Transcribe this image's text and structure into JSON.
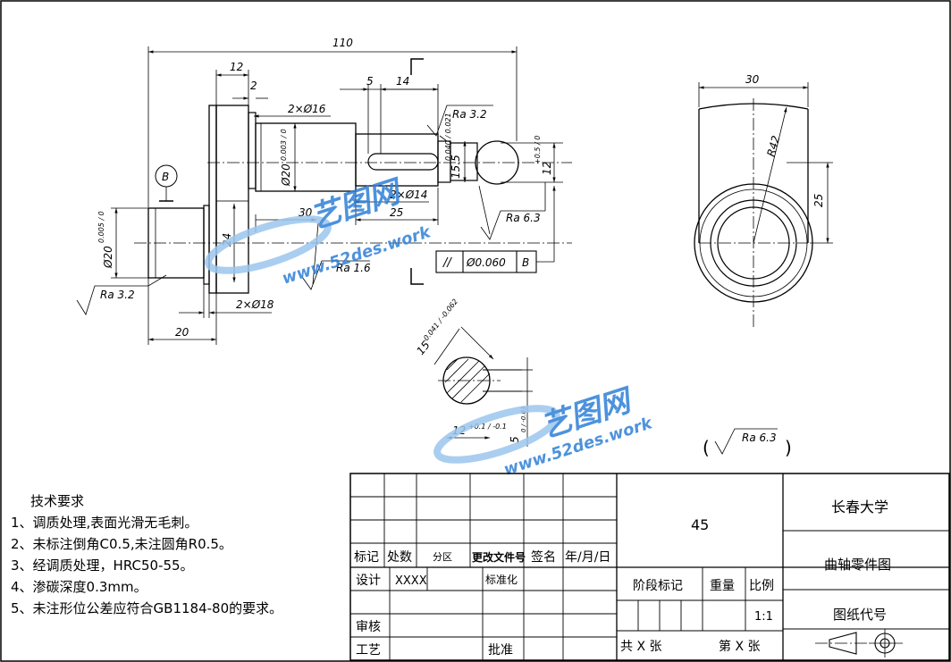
{
  "dimensions": {
    "overall_length": "110",
    "flange_width": "12",
    "chamfer_small": "2",
    "key_offset": "5",
    "key_length": "14",
    "dia_16": "2×Ø16",
    "dia_20_mid": "Ø20",
    "dia_20_mid_tol": "0.003 / 0",
    "dia_14": "2×Ø14",
    "dim_30": "30",
    "dim_25": "25",
    "dim_24": "24",
    "dia_20_left": "Ø20",
    "dia_20_left_tol": "0.005 / 0",
    "dim_20": "20",
    "dia_18": "2×Ø18",
    "key_depth": "15.5",
    "key_depth_tol": "0.040 / 0.021",
    "keyway_12": "12",
    "keyway_12_tol": "+0.5 / 0",
    "end_width_30": "30",
    "radius": "R42",
    "end_height_25": "25",
    "section_15": "15",
    "section_15_tol": "-0.041 / -0.062",
    "section_12": "12",
    "section_12_tol": "+0.1 / -0.1",
    "section_5": "5",
    "section_5_tol": "0 / -0.03"
  },
  "datum": {
    "label": "B"
  },
  "roughness": {
    "top": "Ra 3.2",
    "left": "Ra 3.2",
    "mid": "Ra 6.3",
    "bottom": "Ra 1.6",
    "general": "Ra 6.3"
  },
  "tolerance_frame": {
    "symbol": "//",
    "value": "Ø0.060",
    "datum": "B"
  },
  "watermark": {
    "cn": "艺图网",
    "url": "www.52des.work"
  },
  "notes": {
    "title": "技术要求",
    "items": [
      "1、调质处理,表面光滑无毛刺。",
      "2、未标注倒角C0.5,未注圆角R0.5。",
      "3、经调质处理，HRC50-55。",
      "4、渗碳深度0.3mm。",
      "5、未注形位公差应符合GB1184-80的要求。"
    ]
  },
  "title_block": {
    "material": "45",
    "school": "长春大学",
    "drawing_name": "曲轴零件图",
    "drawing_code": "图纸代号",
    "headers": [
      "标记",
      "处数",
      "分区",
      "更改文件号",
      "签名",
      "年/月/日"
    ],
    "design": "设计",
    "designer": "XXXX",
    "standard": "标准化",
    "review": "审核",
    "process": "工艺",
    "approve": "批准",
    "stage_mark": "阶段标记",
    "weight": "重量",
    "scale_label": "比例",
    "scale": "1:1",
    "sheets_total": "共  X  张",
    "sheet_no": "第  X  张"
  },
  "colors": {
    "line": "#000000",
    "watermark": "#2f7fd6",
    "watermark_light": "#9cc6ee"
  }
}
